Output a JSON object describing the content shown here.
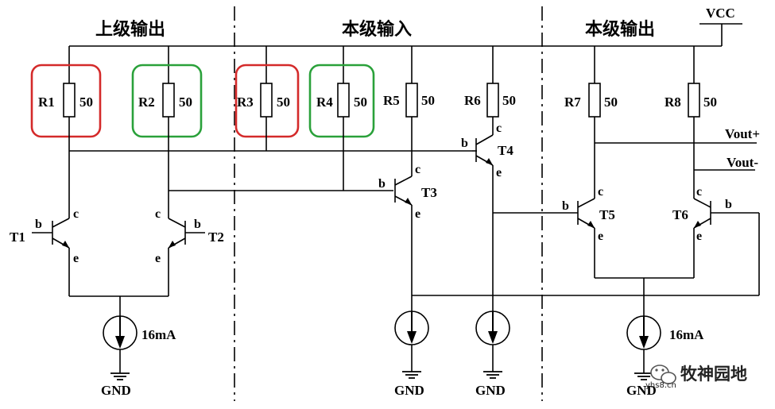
{
  "sections": {
    "upper_output": "上级输出",
    "this_input": "本级输入",
    "this_output": "本级输出"
  },
  "supply": {
    "vcc": "VCC",
    "gnd": "GND"
  },
  "resistors": [
    {
      "ref": "R1",
      "value": "50"
    },
    {
      "ref": "R2",
      "value": "50"
    },
    {
      "ref": "R3",
      "value": "50"
    },
    {
      "ref": "R4",
      "value": "50"
    },
    {
      "ref": "R5",
      "value": "50"
    },
    {
      "ref": "R6",
      "value": "50"
    },
    {
      "ref": "R7",
      "value": "50"
    },
    {
      "ref": "R8",
      "value": "50"
    }
  ],
  "transistors": {
    "t1": "T1",
    "t2": "T2",
    "t3": "T3",
    "t4": "T4",
    "t5": "T5",
    "t6": "T6",
    "pin_b": "b",
    "pin_c": "c",
    "pin_e": "e"
  },
  "current_sources": {
    "left": "16mA",
    "right": "16mA"
  },
  "outputs": {
    "plus": "Vout+",
    "minus": "Vout-"
  },
  "watermark": {
    "name": "牧神园地",
    "site": "yhs8.cn"
  },
  "colors": {
    "highlight_red": "#d42a2a",
    "highlight_green": "#2aa13a"
  }
}
